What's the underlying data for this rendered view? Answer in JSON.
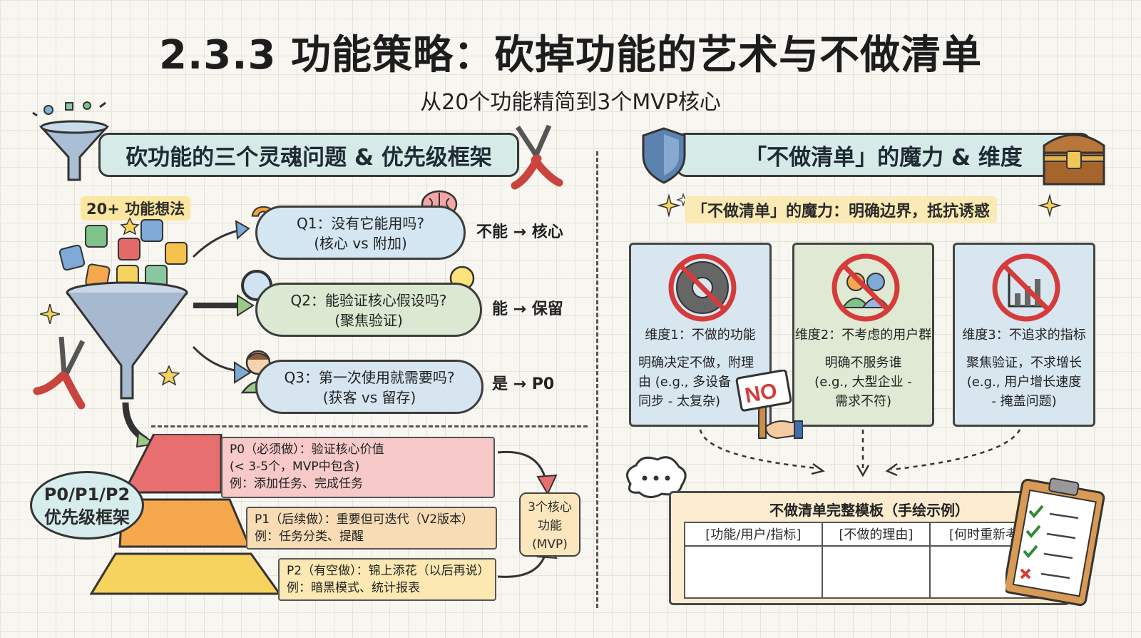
{
  "title": "2.3.3 功能策略：砍掉功能的艺术与不做清单",
  "subtitle": "从20个功能精简到3个MVP核心",
  "left": {
    "banner": "砍功能的三个灵魂问题 & 优先级框架",
    "ideas_label": "20+ 功能想法",
    "questions": [
      {
        "line1": "Q1：没有它能用吗?",
        "line2": "(核心 vs 附加)",
        "answer": "不能 → 核心"
      },
      {
        "line1": "Q2：能验证核心假设吗?",
        "line2": "(聚焦验证)",
        "answer": "能 → 保留"
      },
      {
        "line1": "Q3：第一次使用就需要吗?",
        "line2": "(获客 vs 留存)",
        "answer": "是 → P0"
      }
    ],
    "framework": {
      "line1": "P0/P1/P2",
      "line2": "优先级框架"
    },
    "priorities": [
      {
        "line1": "P0（必须做）：验证核心价值",
        "line2": "(< 3-5个，MVP中包含)",
        "line3": "例：添加任务、完成任务",
        "color": "#e86f6f"
      },
      {
        "line1": "P1（后续做）：重要但可迭代（V2版本）",
        "line2": "例：任务分类、提醒",
        "color": "#f5a74e"
      },
      {
        "line1": "P2（有空做）：锦上添花（以后再说）",
        "line2": "例：暗黑模式、统计报表",
        "color": "#f6d25e"
      }
    ],
    "mvp": {
      "line1": "3个核心",
      "line2": "功能",
      "line3": "(MVP)"
    }
  },
  "right": {
    "banner": "「不做清单」的魔力 & 维度",
    "magic_line": "「不做清单」的魔力：明确边界，抵抗诱惑",
    "cards": [
      {
        "title": "维度1：不做的功能",
        "desc1": "明确决定不做，附理",
        "desc2": "由 (e.g., 多设备",
        "desc3": "同步 - 太复杂)",
        "icon": "no-gear-icon"
      },
      {
        "title": "维度2：不考虑的用户群",
        "desc1": "明确不服务谁",
        "desc2": "(e.g., 大型企业 -",
        "desc3": "需求不符)",
        "icon": "no-users-icon"
      },
      {
        "title": "维度3：不追求的指标",
        "desc1": "聚焦验证，不求增长",
        "desc2": "(e.g., 用户增长速度",
        "desc3": "- 掩盖问题)",
        "icon": "no-chart-icon"
      }
    ],
    "no_sign": "NO",
    "template": {
      "title": "不做清单完整模板（手绘示例）",
      "headers": [
        "[功能/用户/指标]",
        "[不做的理由]",
        "[何时重新考虑]"
      ]
    }
  }
}
